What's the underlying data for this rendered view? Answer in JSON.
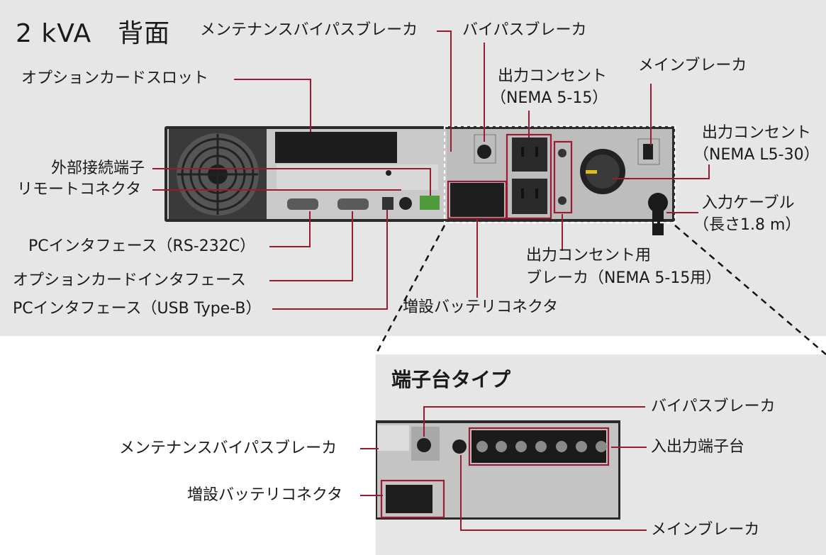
{
  "main_title": "2 kVA　背面",
  "sub_title": "端子台タイプ",
  "labels": {
    "maint_bypass": "メンテナンスバイパスブレーカ",
    "bypass": "バイパスブレーカ",
    "option_slot": "オプションカードスロット",
    "outlet_515_l1": "出力コンセント",
    "outlet_515_l2": "（NEMA 5-15）",
    "main_breaker": "メインブレーカ",
    "outlet_l530_l1": "出力コンセント",
    "outlet_l530_l2": "（NEMA L5-30）",
    "ext_terminal": "外部接続端子",
    "remote": "リモートコネクタ",
    "input_cable_l1": "入力ケーブル",
    "input_cable_l2": "（長さ1.8 m）",
    "pc_rs232c": "PCインタフェース（RS-232C）",
    "outlet_breaker_l1": "出力コンセント用",
    "outlet_breaker_l2": "ブレーカ（NEMA 5-15用）",
    "option_if": "オプションカードインタフェース",
    "pc_usb": "PCインタフェース（USB Type-B）",
    "ext_battery": "増設バッテリコネクタ",
    "tb_bypass": "バイパスブレーカ",
    "tb_maint_bypass": "メンテナンスバイパスブレーカ",
    "tb_io_terminal": "入出力端子台",
    "tb_ext_battery": "増設バッテリコネクタ",
    "tb_main_breaker": "メインブレーカ"
  },
  "colors": {
    "leader": "#9b1b32",
    "panel_bg": "#e6e6e6",
    "device": "#2b2b2b"
  }
}
